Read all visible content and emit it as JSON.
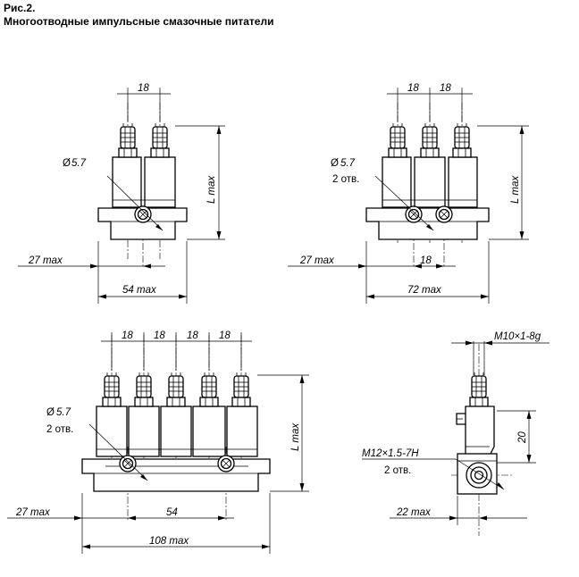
{
  "caption": {
    "figure": "Рис.2.",
    "title": "Многоотводные импульсные смазочные питатели"
  },
  "views": {
    "two_outlet": {
      "pitch": "18",
      "hole": "5.7",
      "overall_height": "L max",
      "offset": "27 max",
      "width": "54 max"
    },
    "three_outlet": {
      "pitch_1": "18",
      "pitch_2": "18",
      "hole": "5.7",
      "hole_count": "2 отв.",
      "overall_height": "L max",
      "offset": "27 max",
      "hole_spacing": "18",
      "width": "72 max"
    },
    "five_outlet": {
      "pitch_1": "18",
      "pitch_2": "18",
      "pitch_3": "18",
      "pitch_4": "18",
      "hole": "5.7",
      "hole_count": "2 отв.",
      "overall_height": "L max",
      "offset": "27 max",
      "hole_spacing": "54",
      "width": "108 max"
    },
    "side_view": {
      "thread_top": "M10×1-8g",
      "height": "20",
      "thread_port": "M12×1.5-7H",
      "port_count": "2 отв.",
      "offset": "22 max"
    }
  }
}
